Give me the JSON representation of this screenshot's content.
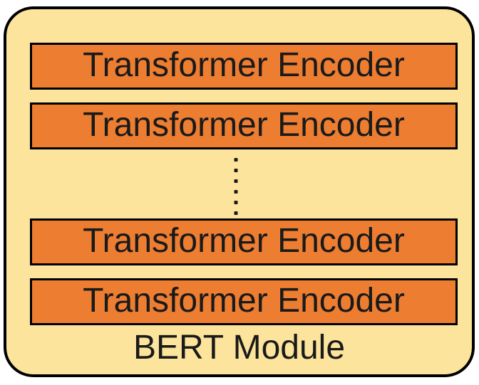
{
  "diagram": {
    "module_label": "BERT Module",
    "encoders": [
      {
        "label": "Transformer Encoder"
      },
      {
        "label": "Transformer Encoder"
      },
      {
        "label": "Transformer Encoder"
      },
      {
        "label": "Transformer Encoder"
      }
    ],
    "ellipsis": {
      "dot_count": 6
    },
    "colors": {
      "container_fill": "#FCE49C",
      "container_border": "#000000",
      "encoder_fill": "#ED7D31",
      "encoder_border": "#000000",
      "text": "#1A1A1A"
    }
  }
}
